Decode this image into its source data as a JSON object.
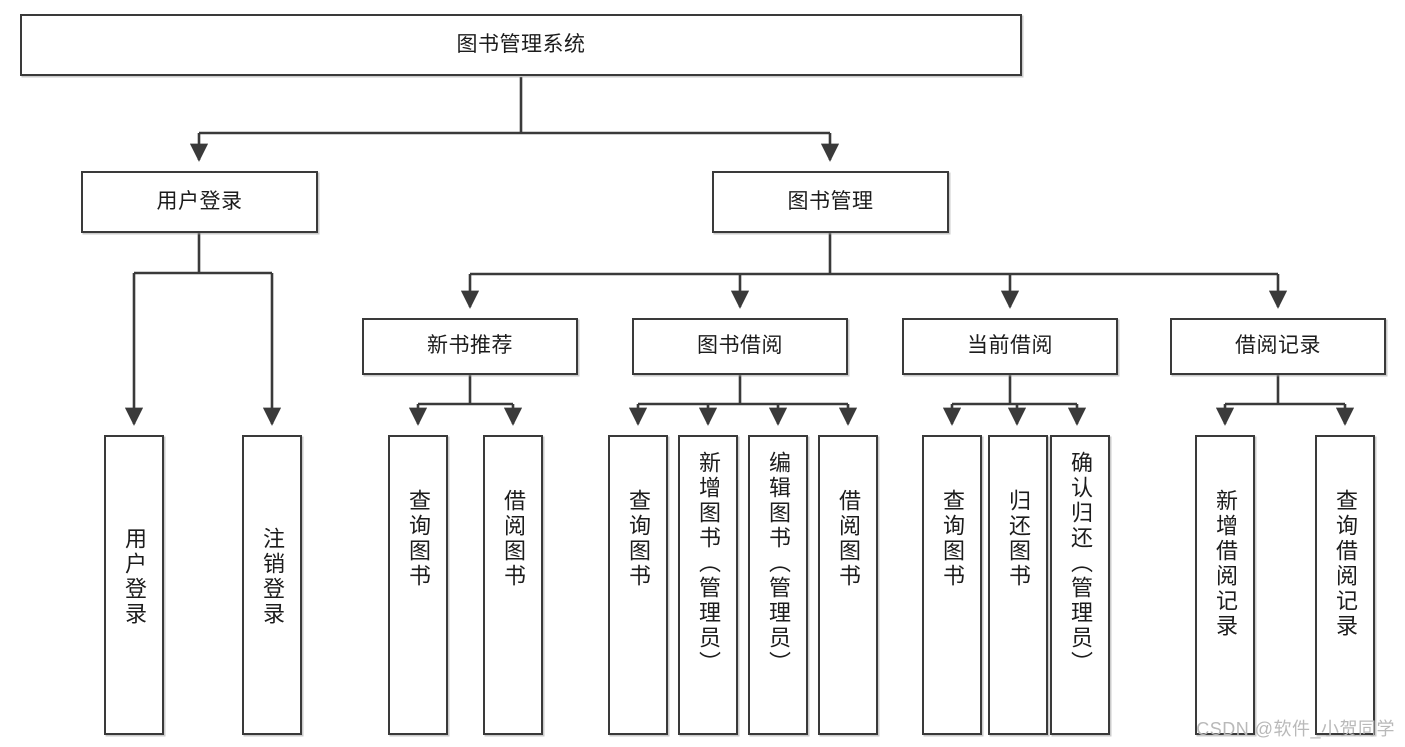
{
  "diagram": {
    "title": "图书管理系统",
    "type": "tree",
    "root": {
      "id": "root",
      "label": "图书管理系统"
    },
    "level2": [
      {
        "id": "user-login",
        "label": "用户登录"
      },
      {
        "id": "book-management",
        "label": "图书管理"
      }
    ],
    "level3": [
      {
        "id": "new-book-recommend",
        "label": "新书推荐",
        "parent": "book-management"
      },
      {
        "id": "book-borrow",
        "label": "图书借阅",
        "parent": "book-management"
      },
      {
        "id": "current-borrow",
        "label": "当前借阅",
        "parent": "book-management"
      },
      {
        "id": "borrow-record",
        "label": "借阅记录",
        "parent": "book-management"
      }
    ],
    "leaves": [
      {
        "id": "leaf-user-login",
        "label": "用户登录",
        "parent": "user-login"
      },
      {
        "id": "leaf-logout",
        "label": "注销登录",
        "parent": "user-login"
      },
      {
        "id": "leaf-query-book-1",
        "label": "查询图书",
        "parent": "new-book-recommend"
      },
      {
        "id": "leaf-borrow-book-1",
        "label": "借阅图书",
        "parent": "new-book-recommend"
      },
      {
        "id": "leaf-query-book-2",
        "label": "查询图书",
        "parent": "book-borrow"
      },
      {
        "id": "leaf-add-book",
        "label": "新增图书（管理员）",
        "parent": "book-borrow"
      },
      {
        "id": "leaf-edit-book",
        "label": "编辑图书（管理员）",
        "parent": "book-borrow"
      },
      {
        "id": "leaf-borrow-book-2",
        "label": "借阅图书",
        "parent": "book-borrow"
      },
      {
        "id": "leaf-query-book-3",
        "label": "查询图书",
        "parent": "current-borrow"
      },
      {
        "id": "leaf-return-book",
        "label": "归还图书",
        "parent": "current-borrow"
      },
      {
        "id": "leaf-confirm-return",
        "label": "确认归还（管理员）",
        "parent": "current-borrow"
      },
      {
        "id": "leaf-add-record",
        "label": "新增借阅记录",
        "parent": "borrow-record"
      },
      {
        "id": "leaf-query-record",
        "label": "查询借阅记录",
        "parent": "borrow-record"
      }
    ]
  },
  "watermark": {
    "text": "CSDN @软件_小贺同学"
  },
  "colors": {
    "border": "#3a3a3a",
    "text": "#1c1c1c",
    "background": "#ffffff",
    "watermark": "#b9b9b9"
  }
}
